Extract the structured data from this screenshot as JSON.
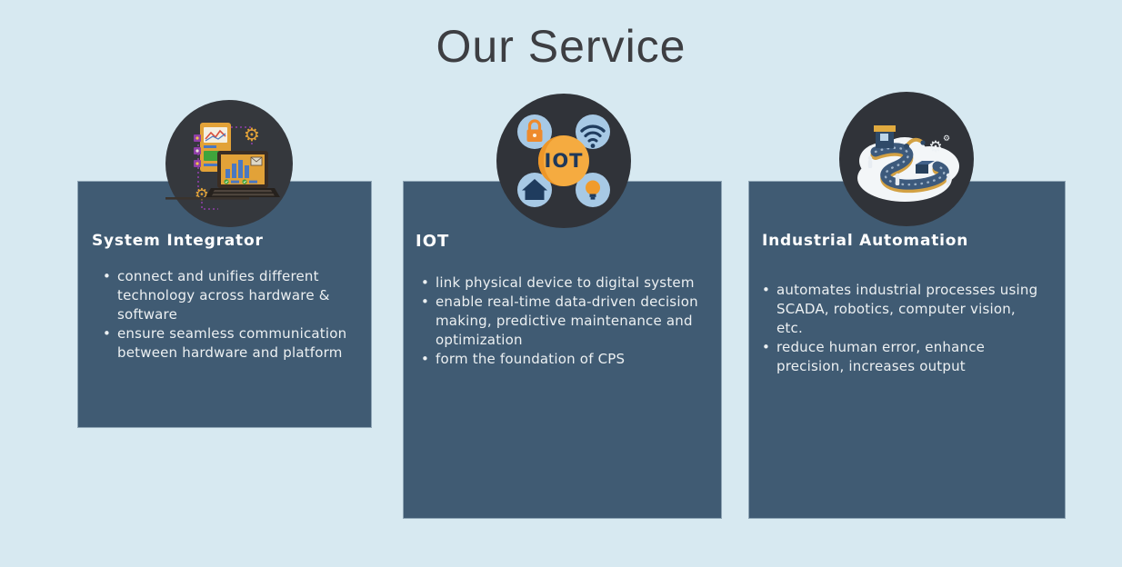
{
  "title": "Our Service",
  "colors": {
    "page_background": "#d7e9f1",
    "card_background": "#405b73",
    "card_text": "#ecf0f2",
    "title_text": "#3d3e42",
    "icon_disc_dark": "#33363c",
    "accent_orange": "#f0a03c",
    "accent_navy": "#1f3c5e",
    "accent_lightblue": "#a7c9e5"
  },
  "icons": {
    "iot_center_label": "IOT"
  },
  "cards": [
    {
      "heading": "System Integrator",
      "icon": "system-integrator-icon",
      "bullets": [
        "connect and unifies different\ntechnology across hardware &\nsoftware",
        "ensure seamless communication\nbetween hardware and platform"
      ]
    },
    {
      "heading": "IOT",
      "icon": "iot-icon",
      "bullets": [
        "link physical device to digital system",
        "enable real-time data-driven decision\nmaking, predictive maintenance and\noptimization",
        "form the foundation of CPS"
      ]
    },
    {
      "heading": "Industrial Automation",
      "icon": "industrial-automation-icon",
      "bullets": [
        "automates industrial processes using\nSCADA, robotics, computer vision,\netc.",
        "reduce human error, enhance\nprecision, increases output"
      ]
    }
  ]
}
